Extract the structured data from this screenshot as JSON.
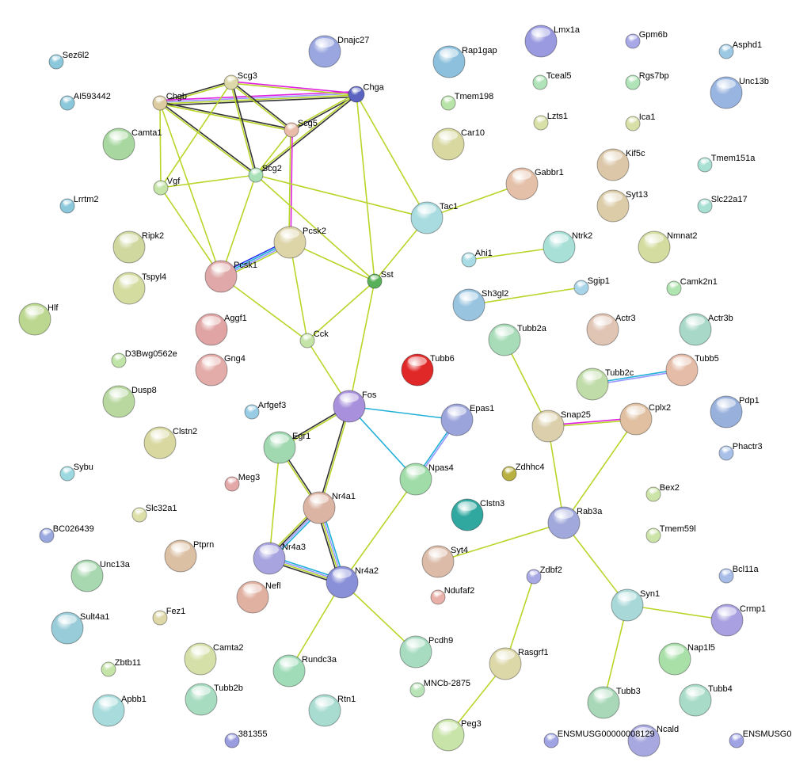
{
  "network": {
    "evidence_colors": {
      "textmining": "#b8d62a",
      "coexpression": "#333333",
      "experiments": "#e020e0",
      "databases": "#22b0d8",
      "homology": "#9999ff",
      "fusion": "#2233ee"
    },
    "nodes": [
      {
        "id": "Sez6l2",
        "color": "#8cc8dc"
      },
      {
        "id": "AI593442",
        "color": "#8cc8dc"
      },
      {
        "id": "Lrrtm2",
        "color": "#8cc8dc"
      },
      {
        "id": "Dnajc27",
        "color": "#9aa6e0"
      },
      {
        "id": "Rap1gap",
        "color": "#8cc0dc"
      },
      {
        "id": "Lmx1a",
        "color": "#9a9ae0"
      },
      {
        "id": "Gpm6b",
        "color": "#a8a8e8"
      },
      {
        "id": "Asphd1",
        "color": "#9cc8e4"
      },
      {
        "id": "Unc13b",
        "color": "#98b4e0"
      },
      {
        "id": "Scg3",
        "color": "#ddd8a8"
      },
      {
        "id": "Chgb",
        "color": "#dccca0"
      },
      {
        "id": "Chga",
        "color": "#5a64c0"
      },
      {
        "id": "Scg5",
        "color": "#e8bca8"
      },
      {
        "id": "Scg2",
        "color": "#a8e0b8"
      },
      {
        "id": "Vgf",
        "color": "#c4e4a8"
      },
      {
        "id": "Camta1",
        "color": "#a8d8a0"
      },
      {
        "id": "Tceal5",
        "color": "#b0e4b8"
      },
      {
        "id": "Rgs7bp",
        "color": "#b0e4b8"
      },
      {
        "id": "Tmem198",
        "color": "#b8e4a8"
      },
      {
        "id": "Lzts1",
        "color": "#d8e0a8"
      },
      {
        "id": "Ica1",
        "color": "#d8e0a8"
      },
      {
        "id": "Car10",
        "color": "#d8d8a0"
      },
      {
        "id": "Kif5c",
        "color": "#dcc8a8"
      },
      {
        "id": "Tmem151a",
        "color": "#a8e0d4"
      },
      {
        "id": "Gabbr1",
        "color": "#e4c0a8"
      },
      {
        "id": "Syt13",
        "color": "#dccca8"
      },
      {
        "id": "Slc22a17",
        "color": "#a8e0d4"
      },
      {
        "id": "Tac1",
        "color": "#a8dce0"
      },
      {
        "id": "Ripk2",
        "color": "#d0d8a0"
      },
      {
        "id": "Pcsk2",
        "color": "#ddd4a8"
      },
      {
        "id": "Ntrk2",
        "color": "#a8e0d8"
      },
      {
        "id": "Nmnat2",
        "color": "#d4dca0"
      },
      {
        "id": "Ahi1",
        "color": "#a8dce4"
      },
      {
        "id": "Pcsk1",
        "color": "#e0a8a8"
      },
      {
        "id": "Sst",
        "color": "#58b058"
      },
      {
        "id": "Tspyl4",
        "color": "#d4dca0"
      },
      {
        "id": "Sh3gl2",
        "color": "#98c4e0"
      },
      {
        "id": "Sgip1",
        "color": "#a8d4e8"
      },
      {
        "id": "Camk2n1",
        "color": "#b0e4b0"
      },
      {
        "id": "Hlf",
        "color": "#bcd890"
      },
      {
        "id": "Aggf1",
        "color": "#e0a4a4"
      },
      {
        "id": "Cck",
        "color": "#c4e4a8"
      },
      {
        "id": "Tubb2a",
        "color": "#a8dcb8"
      },
      {
        "id": "Actr3",
        "color": "#e0c4b4"
      },
      {
        "id": "Actr3b",
        "color": "#a8d8c8"
      },
      {
        "id": "D3Bwg0562e",
        "color": "#c0e4a8"
      },
      {
        "id": "Gng4",
        "color": "#e4aca8"
      },
      {
        "id": "Tubb6",
        "color": "#e02828"
      },
      {
        "id": "Tubb2c",
        "color": "#c0dca8"
      },
      {
        "id": "Tubb5",
        "color": "#e4bca8"
      },
      {
        "id": "Dusp8",
        "color": "#b8d8a0"
      },
      {
        "id": "Fos",
        "color": "#a890dc"
      },
      {
        "id": "Epas1",
        "color": "#9ca4dc"
      },
      {
        "id": "Arfgef3",
        "color": "#98cce4"
      },
      {
        "id": "Snap25",
        "color": "#dcd0ac"
      },
      {
        "id": "Cplx2",
        "color": "#e0c0a0"
      },
      {
        "id": "Pdp1",
        "color": "#98b0dc"
      },
      {
        "id": "Clstn2",
        "color": "#d8d8a0"
      },
      {
        "id": "Egr1",
        "color": "#a0d8b0"
      },
      {
        "id": "Npas4",
        "color": "#a0dca8"
      },
      {
        "id": "Zdhhc4",
        "color": "#b8b040"
      },
      {
        "id": "Phactr3",
        "color": "#a8c0e8"
      },
      {
        "id": "Sybu",
        "color": "#9cd8e0"
      },
      {
        "id": "Meg3",
        "color": "#e4a8a8"
      },
      {
        "id": "Nr4a1",
        "color": "#dcb4a4"
      },
      {
        "id": "Clstn3",
        "color": "#30a8a0"
      },
      {
        "id": "Bex2",
        "color": "#cce4a8"
      },
      {
        "id": "Slc32a1",
        "color": "#dce0a8"
      },
      {
        "id": "Rab3a",
        "color": "#a0a8dc"
      },
      {
        "id": "Tmem59l",
        "color": "#cce4a8"
      },
      {
        "id": "BC026439",
        "color": "#9aa8e0"
      },
      {
        "id": "Ptprn",
        "color": "#dcc0a4"
      },
      {
        "id": "Nr4a3",
        "color": "#a8a4e0"
      },
      {
        "id": "Syt4",
        "color": "#dcbca8"
      },
      {
        "id": "Unc13a",
        "color": "#a8d8b0"
      },
      {
        "id": "Zdbf2",
        "color": "#a8a8e4"
      },
      {
        "id": "Nr4a2",
        "color": "#8a90d8"
      },
      {
        "id": "Ndufaf2",
        "color": "#e8b0a8"
      },
      {
        "id": "Bcl11a",
        "color": "#a8bce8"
      },
      {
        "id": "Nefl",
        "color": "#e0b0a0"
      },
      {
        "id": "Syn1",
        "color": "#a8d8d8"
      },
      {
        "id": "Fez1",
        "color": "#ded8a8"
      },
      {
        "id": "Sult4a1",
        "color": "#98ccd8"
      },
      {
        "id": "Crmp1",
        "color": "#a8a0e0"
      },
      {
        "id": "Pcdh9",
        "color": "#a8dcc0"
      },
      {
        "id": "Camta2",
        "color": "#d4e0a8"
      },
      {
        "id": "Rundc3a",
        "color": "#a0dcb8"
      },
      {
        "id": "Rasgrf1",
        "color": "#ddd8a8"
      },
      {
        "id": "Nap1l5",
        "color": "#a8e0a8"
      },
      {
        "id": "Zbtb11",
        "color": "#c4e4a8"
      },
      {
        "id": "MNCb-2875",
        "color": "#b8e4b8"
      },
      {
        "id": "Tubb2b",
        "color": "#a8dcc0"
      },
      {
        "id": "Tubb3",
        "color": "#a8d8b8"
      },
      {
        "id": "Tubb4",
        "color": "#a8dcc8"
      },
      {
        "id": "Apbb1",
        "color": "#a8dcdc"
      },
      {
        "id": "Rtn1",
        "color": "#a8dcd0"
      },
      {
        "id": "Peg3",
        "color": "#c8e4a8"
      },
      {
        "id": "381355",
        "color": "#9a9ce0"
      },
      {
        "id": "ENSMUSG00000008129",
        "color": "#a0a4e4"
      },
      {
        "id": "Ncald",
        "color": "#a8a8e0"
      },
      {
        "id": "ENSMUSG0",
        "color": "#a0a4e4"
      }
    ],
    "edges": [
      {
        "s": "Chgb",
        "t": "Scg3",
        "ev": [
          "coexpression",
          "textmining"
        ]
      },
      {
        "s": "Chgb",
        "t": "Chga",
        "ev": [
          "experiments",
          "homology",
          "textmining",
          "coexpression"
        ]
      },
      {
        "s": "Chgb",
        "t": "Scg5",
        "ev": [
          "coexpression",
          "textmining"
        ]
      },
      {
        "s": "Chgb",
        "t": "Scg2",
        "ev": [
          "coexpression",
          "textmining"
        ]
      },
      {
        "s": "Chgb",
        "t": "Vgf",
        "ev": [
          "textmining"
        ]
      },
      {
        "s": "Chgb",
        "t": "Pcsk1",
        "ev": [
          "textmining"
        ]
      },
      {
        "s": "Scg3",
        "t": "Chga",
        "ev": [
          "experiments",
          "textmining"
        ]
      },
      {
        "s": "Scg3",
        "t": "Scg5",
        "ev": [
          "coexpression",
          "textmining"
        ]
      },
      {
        "s": "Scg3",
        "t": "Scg2",
        "ev": [
          "coexpression",
          "textmining"
        ]
      },
      {
        "s": "Scg3",
        "t": "Vgf",
        "ev": [
          "textmining"
        ]
      },
      {
        "s": "Chga",
        "t": "Scg5",
        "ev": [
          "coexpression",
          "textmining"
        ]
      },
      {
        "s": "Chga",
        "t": "Scg2",
        "ev": [
          "coexpression",
          "textmining"
        ]
      },
      {
        "s": "Chga",
        "t": "Sst",
        "ev": [
          "textmining"
        ]
      },
      {
        "s": "Chga",
        "t": "Tac1",
        "ev": [
          "textmining"
        ]
      },
      {
        "s": "Scg5",
        "t": "Pcsk2",
        "ev": [
          "experiments",
          "textmining"
        ]
      },
      {
        "s": "Scg5",
        "t": "Scg2",
        "ev": [
          "textmining"
        ]
      },
      {
        "s": "Scg2",
        "t": "Vgf",
        "ev": [
          "textmining"
        ]
      },
      {
        "s": "Scg2",
        "t": "Pcsk1",
        "ev": [
          "textmining"
        ]
      },
      {
        "s": "Scg2",
        "t": "Tac1",
        "ev": [
          "textmining"
        ]
      },
      {
        "s": "Scg2",
        "t": "Sst",
        "ev": [
          "textmining"
        ]
      },
      {
        "s": "Vgf",
        "t": "Pcsk1",
        "ev": [
          "textmining"
        ]
      },
      {
        "s": "Pcsk1",
        "t": "Pcsk2",
        "ev": [
          "fusion",
          "databases",
          "homology",
          "textmining"
        ]
      },
      {
        "s": "Pcsk2",
        "t": "Sst",
        "ev": [
          "textmining"
        ]
      },
      {
        "s": "Pcsk2",
        "t": "Cck",
        "ev": [
          "textmining"
        ]
      },
      {
        "s": "Pcsk1",
        "t": "Cck",
        "ev": [
          "textmining"
        ]
      },
      {
        "s": "Sst",
        "t": "Cck",
        "ev": [
          "textmining"
        ]
      },
      {
        "s": "Sst",
        "t": "Tac1",
        "ev": [
          "textmining"
        ]
      },
      {
        "s": "Sst",
        "t": "Fos",
        "ev": [
          "textmining"
        ]
      },
      {
        "s": "Cck",
        "t": "Fos",
        "ev": [
          "textmining"
        ]
      },
      {
        "s": "Tac1",
        "t": "Gabbr1",
        "ev": [
          "textmining"
        ]
      },
      {
        "s": "Ahi1",
        "t": "Ntrk2",
        "ev": [
          "textmining"
        ]
      },
      {
        "s": "Sh3gl2",
        "t": "Sgip1",
        "ev": [
          "textmining"
        ]
      },
      {
        "s": "Tubb2a",
        "t": "Snap25",
        "ev": [
          "textmining"
        ]
      },
      {
        "s": "Tubb2c",
        "t": "Tubb5",
        "ev": [
          "databases",
          "homology"
        ]
      },
      {
        "s": "Snap25",
        "t": "Cplx2",
        "ev": [
          "experiments",
          "textmining"
        ]
      },
      {
        "s": "Snap25",
        "t": "Rab3a",
        "ev": [
          "textmining"
        ]
      },
      {
        "s": "Cplx2",
        "t": "Rab3a",
        "ev": [
          "textmining"
        ]
      },
      {
        "s": "Rab3a",
        "t": "Syt4",
        "ev": [
          "textmining"
        ]
      },
      {
        "s": "Rab3a",
        "t": "Syn1",
        "ev": [
          "textmining"
        ]
      },
      {
        "s": "Syn1",
        "t": "Crmp1",
        "ev": [
          "textmining"
        ]
      },
      {
        "s": "Syn1",
        "t": "Tubb3",
        "ev": [
          "textmining"
        ]
      },
      {
        "s": "Zdbf2",
        "t": "Rasgrf1",
        "ev": [
          "textmining"
        ]
      },
      {
        "s": "Rasgrf1",
        "t": "Peg3",
        "ev": [
          "textmining"
        ]
      },
      {
        "s": "Fos",
        "t": "Egr1",
        "ev": [
          "textmining",
          "coexpression"
        ]
      },
      {
        "s": "Fos",
        "t": "Nr4a1",
        "ev": [
          "textmining",
          "coexpression"
        ]
      },
      {
        "s": "Fos",
        "t": "Epas1",
        "ev": [
          "databases"
        ]
      },
      {
        "s": "Fos",
        "t": "Npas4",
        "ev": [
          "databases"
        ]
      },
      {
        "s": "Epas1",
        "t": "Npas4",
        "ev": [
          "homology",
          "databases"
        ]
      },
      {
        "s": "Egr1",
        "t": "Nr4a1",
        "ev": [
          "coexpression",
          "textmining"
        ]
      },
      {
        "s": "Egr1",
        "t": "Nr4a3",
        "ev": [
          "textmining"
        ]
      },
      {
        "s": "Npas4",
        "t": "Nr4a2",
        "ev": [
          "textmining"
        ]
      },
      {
        "s": "Nr4a1",
        "t": "Nr4a3",
        "ev": [
          "databases",
          "homology",
          "coexpression",
          "textmining"
        ]
      },
      {
        "s": "Nr4a1",
        "t": "Nr4a2",
        "ev": [
          "databases",
          "homology",
          "textmining",
          "coexpression"
        ]
      },
      {
        "s": "Nr4a3",
        "t": "Nr4a2",
        "ev": [
          "databases",
          "homology",
          "textmining",
          "coexpression"
        ]
      },
      {
        "s": "Nr4a2",
        "t": "Rundc3a",
        "ev": [
          "textmining"
        ]
      },
      {
        "s": "Nr4a2",
        "t": "Pcdh9",
        "ev": [
          "textmining"
        ]
      }
    ]
  }
}
